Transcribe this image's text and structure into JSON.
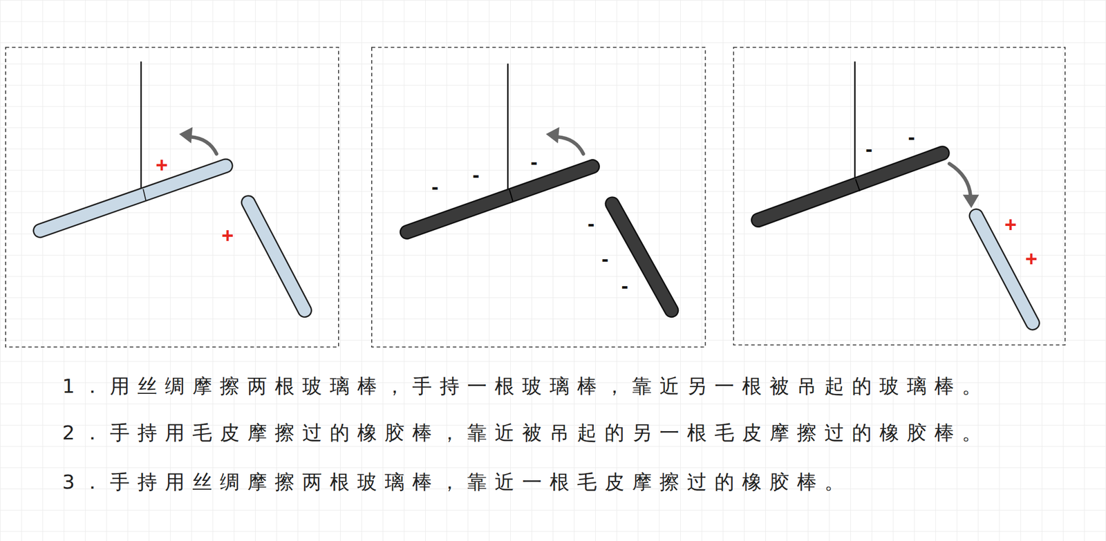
{
  "diagram": {
    "labels": [
      "+",
      "+",
      "-",
      "-",
      "-",
      "-",
      "-",
      "-",
      "-",
      "-",
      "+",
      "+",
      "1．用丝绸摩擦两根玻璃棒，手持一根玻璃棒，靠近另一根被吊起的玻璃棒。",
      "2．手持用毛皮摩擦过的橡胶棒，靠近被吊起的另一根毛皮摩擦过的橡胶棒。",
      "3．手持用丝绸摩擦两根玻璃棒，靠近一根毛皮摩擦过的橡胶棒。"
    ]
  }
}
